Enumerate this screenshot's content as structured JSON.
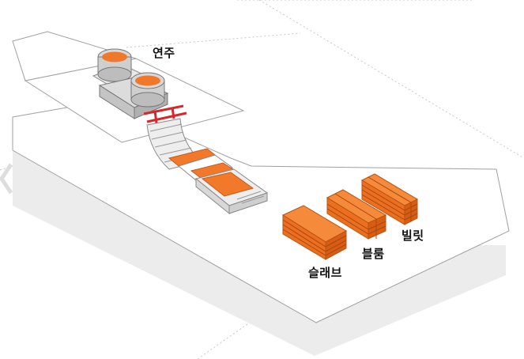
{
  "labels": {
    "continuous_casting": "연주",
    "slab": "슬래브",
    "bloom": "블룸",
    "billet": "빌릿"
  },
  "colors": {
    "product_orange": "#f07a28",
    "steel_orange": "#f2792a",
    "mold_red": "#d9262c",
    "platform": "#ffffff",
    "platform_shadow": "#e4e4e4",
    "outline": "#9a9a9a"
  }
}
